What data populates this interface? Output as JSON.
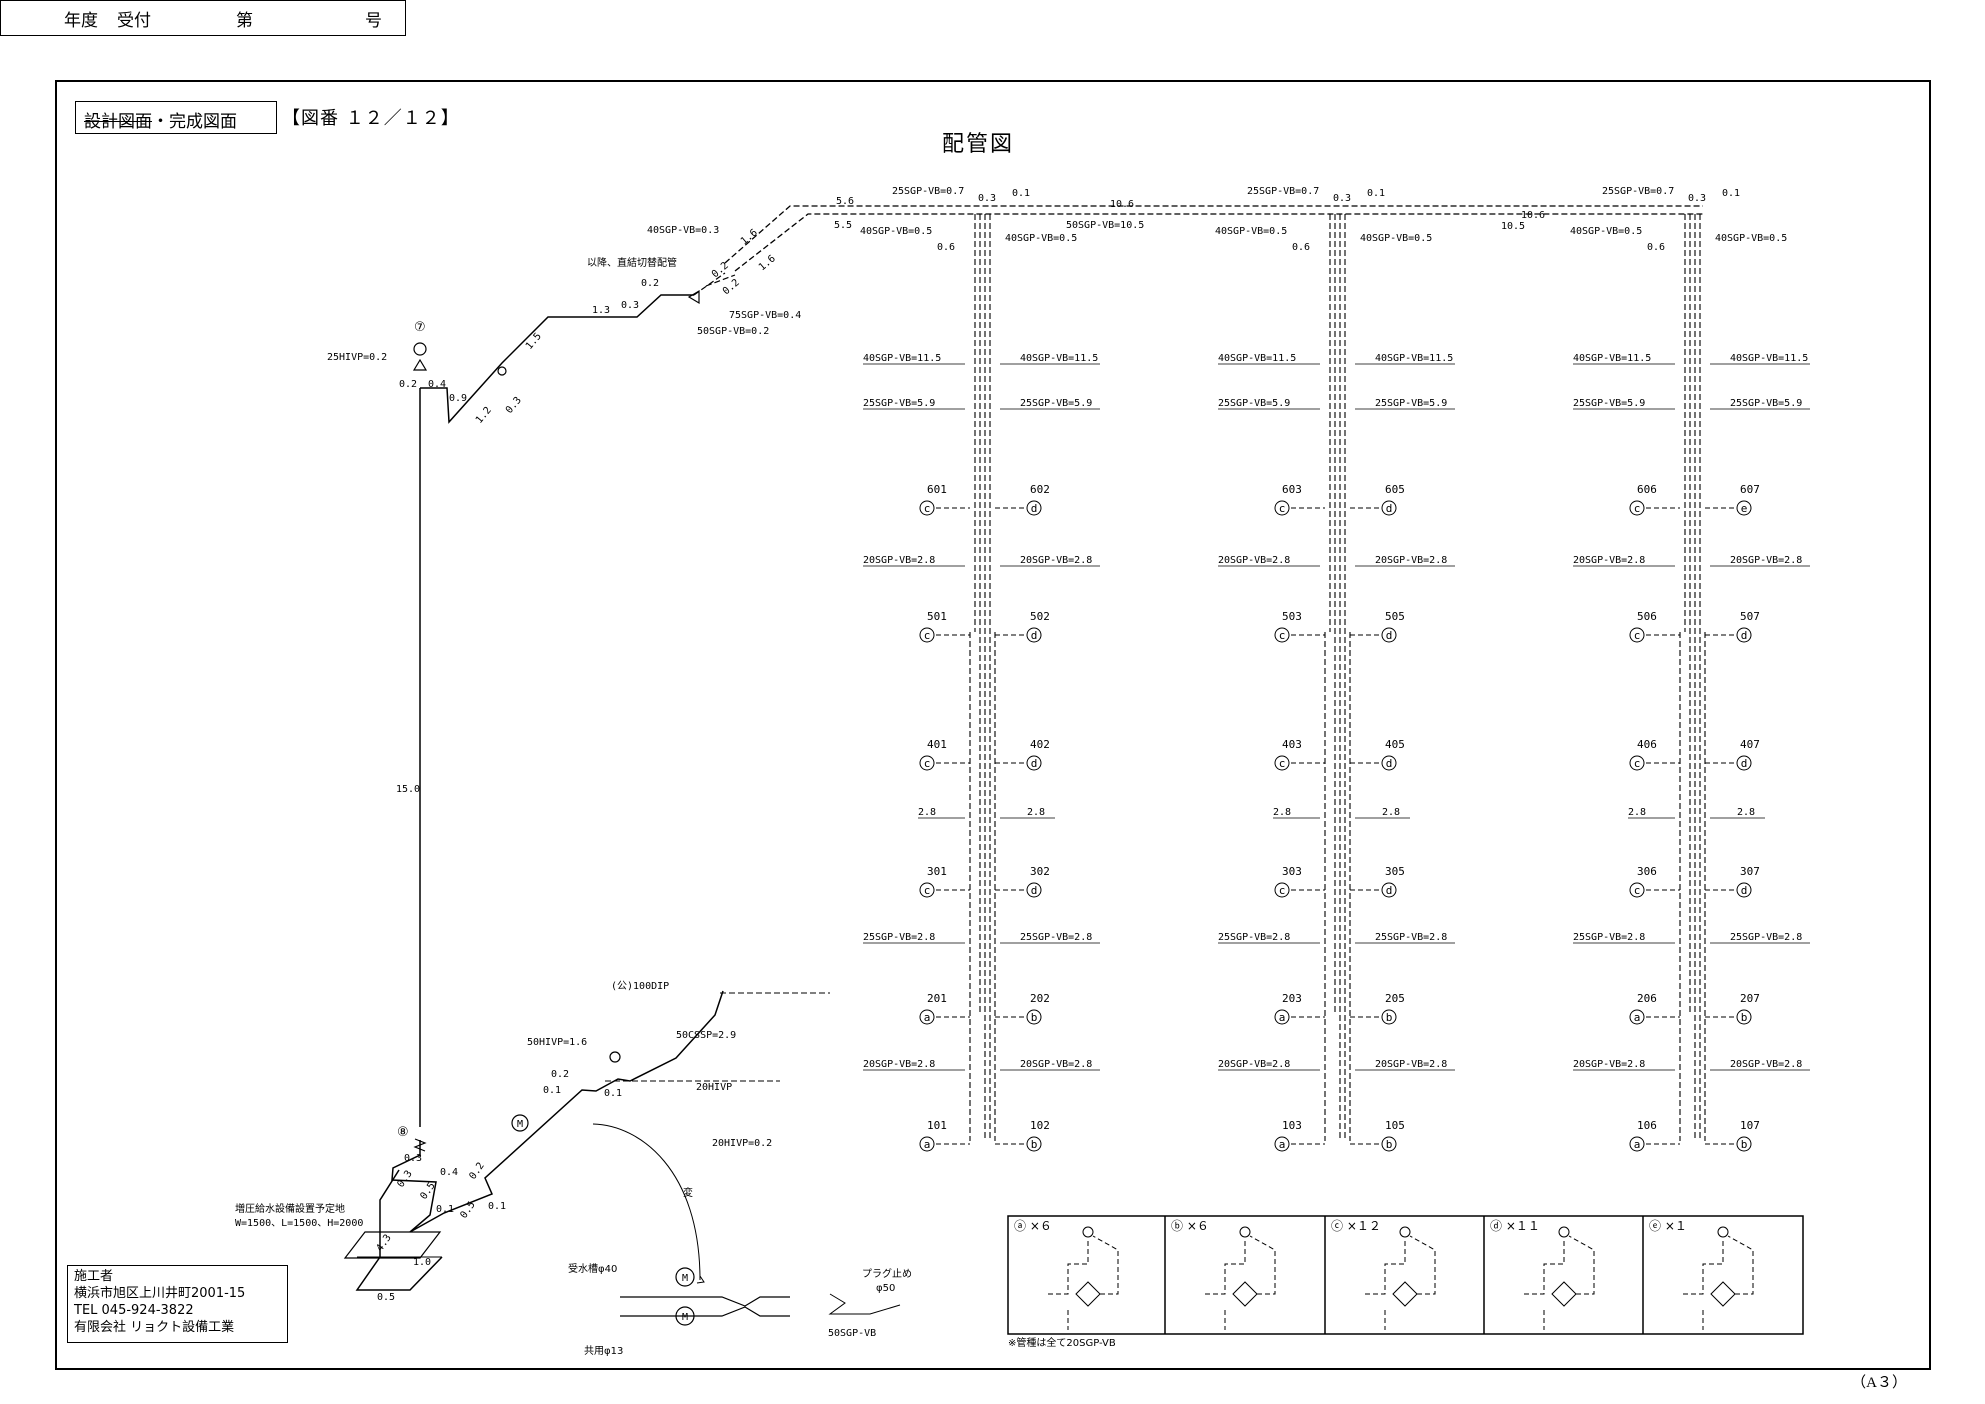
{
  "header": {
    "year_label": "年度",
    "receipt_label": "受付",
    "dai_label": "第",
    "go_label": "号"
  },
  "status": {
    "design_label": "設計図面",
    "separator": "・",
    "complete_label": "完成図面",
    "figure_number": "【図番 １２／１２】"
  },
  "drawing": {
    "title": "配管図",
    "risers": [
      {
        "top_labels": {
          "a": "25SGP-VB=0.7",
          "b": "0.3",
          "c": "0.1",
          "d": "40SGP-VB=0.5",
          "e": "40SGP-VB=0.5",
          "f": "0.6"
        },
        "floors": [
          [
            "601",
            "c",
            "602",
            "d"
          ],
          [
            "501",
            "c",
            "502",
            "d"
          ],
          [
            "401",
            "c",
            "402",
            "d"
          ],
          [
            "301",
            "c",
            "302",
            "d"
          ],
          [
            "201",
            "a",
            "202",
            "b"
          ],
          [
            "101",
            "a",
            "102",
            "b"
          ]
        ]
      },
      {
        "top_labels": {
          "a": "25SGP-VB=0.7",
          "b": "0.3",
          "c": "0.1",
          "d": "40SGP-VB=0.5",
          "e": "40SGP-VB=0.5",
          "f": "0.6"
        },
        "floors": [
          [
            "603",
            "c",
            "605",
            "d"
          ],
          [
            "503",
            "c",
            "505",
            "d"
          ],
          [
            "403",
            "c",
            "405",
            "d"
          ],
          [
            "303",
            "c",
            "305",
            "d"
          ],
          [
            "203",
            "a",
            "205",
            "b"
          ],
          [
            "103",
            "a",
            "105",
            "b"
          ]
        ]
      },
      {
        "top_labels": {
          "a": "25SGP-VB=0.7",
          "b": "0.3",
          "c": "0.1",
          "d": "40SGP-VB=0.5",
          "e": "40SGP-VB=0.5",
          "f": "0.6"
        },
        "floors": [
          [
            "606",
            "c",
            "607",
            "e"
          ],
          [
            "506",
            "c",
            "507",
            "d"
          ],
          [
            "406",
            "c",
            "407",
            "d"
          ],
          [
            "306",
            "c",
            "307",
            "d"
          ],
          [
            "206",
            "a",
            "207",
            "b"
          ],
          [
            "106",
            "a",
            "107",
            "b"
          ]
        ]
      }
    ],
    "riser_labels": {
      "r40": "40SGP-VB=11.5",
      "r25": "25SGP-VB=5.9",
      "r20a": "20SGP-VB=2.8",
      "r28": "2.8",
      "r25b": "25SGP-VB=2.8",
      "r20b": "20SGP-VB=2.8"
    },
    "header_runs": [
      "5.6",
      "5.5",
      "10.6",
      "50SGP-VB=10.5",
      "10.6",
      "10.5"
    ],
    "left_labels": {
      "v40": "40SGP-VB=0.3",
      "direct": "以降、直結切替配管",
      "l02": "0.2",
      "l13": "1.3",
      "l03": "0.3",
      "s16a": "1.6",
      "s16b": "1.6",
      "l02b": "0.2",
      "l02c": "0.2",
      "v75": "75SGP-VB=0.4",
      "v50": "50SGP-VB=0.2",
      "l15": "1.5",
      "meter7": "⑦",
      "h25": "25HIVP=0.2",
      "l02d": "0.2",
      "l04": "0.4",
      "l09": "0.9",
      "l12": "1.2",
      "l03b": "0.3",
      "l150": "15.0",
      "pub": "(公)100DIP",
      "c50": "50CSSP=2.9",
      "h50": "50HIVP=1.6",
      "l02e": "0.2",
      "l01a": "0.1",
      "l01b": "0.1",
      "h20": "20HIVP",
      "h20b": "20HIVP=0.2",
      "meter8": "⑧",
      "l03c": "0.3",
      "l04b": "0.4",
      "l03d": "0.3",
      "l05": "0.5",
      "l01c": "0.1",
      "l02f": "0.2",
      "l05b": "0.5",
      "l01d": "0.1",
      "booster1": "増圧給水設備設置予定地",
      "booster2": "W=1500、L=1500、H=2000",
      "l43": "4.3",
      "l10": "1.0",
      "l05c": "0.5",
      "change": "変",
      "tank": "受水槽φ40",
      "shared": "共用φ13",
      "plug": "プラグ止め",
      "phi50": "φ50",
      "v50b": "50SGP-VB"
    },
    "details": [
      {
        "key": "ⓐ",
        "count": "×６"
      },
      {
        "key": "ⓑ",
        "count": "×６"
      },
      {
        "key": "ⓒ",
        "count": "×１２"
      },
      {
        "key": "ⓓ",
        "count": "×１１"
      },
      {
        "key": "ⓔ",
        "count": "×１"
      }
    ],
    "detail_note": "※管種は全て20SGP-VB"
  },
  "contractor": {
    "role": "施工者",
    "address": "横浜市旭区上川井町2001-15",
    "tel": "TEL 045-924-3822",
    "company": "有限会社 リョクト設備工業"
  },
  "paper_size": "（A３）"
}
